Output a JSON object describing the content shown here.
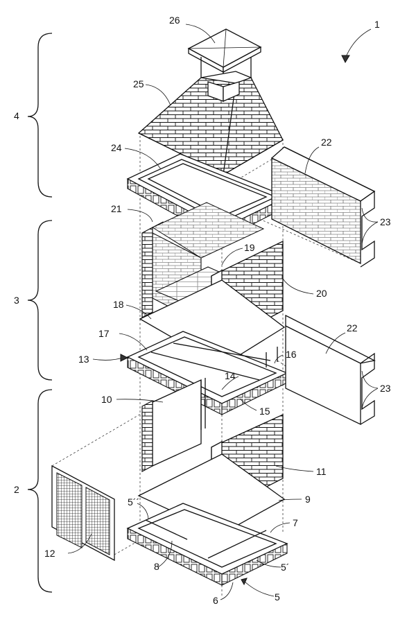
{
  "figure": {
    "references": {
      "r1": "1",
      "r2": "2",
      "r3": "3",
      "r4": "4",
      "r5": "5",
      "r5a": "5´",
      "r5b": "5´´",
      "r6": "6",
      "r7": "7",
      "r8": "8",
      "r9": "9",
      "r10": "10",
      "r11": "11",
      "r12": "12",
      "r13": "13",
      "r14": "14",
      "r15": "15",
      "r16": "16",
      "r17": "17",
      "r18": "18",
      "r19": "19",
      "r20": "20",
      "r21": "21",
      "r22a": "22",
      "r22b": "22",
      "r23a": "23",
      "r23b": "23",
      "r24": "24",
      "r25": "25",
      "r26": "26"
    }
  }
}
